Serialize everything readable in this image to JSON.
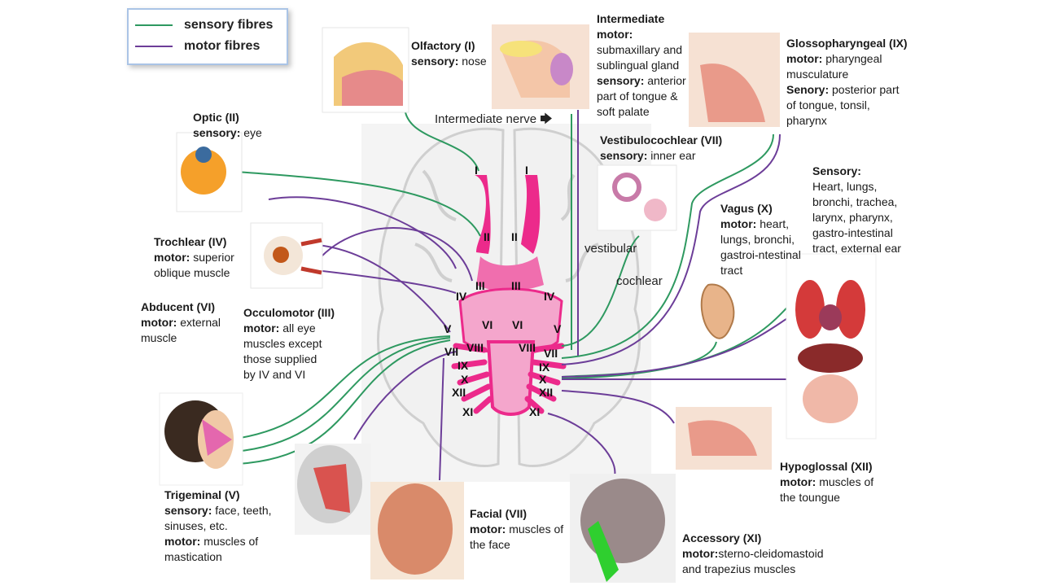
{
  "colors": {
    "sensory": "#2e9960",
    "motor": "#6c3d98",
    "brain_outline": "#c8c8c8",
    "nerve_pink": "#ec2a8b"
  },
  "legend": {
    "sensory": "sensory fibres",
    "motor": "motor fibres"
  },
  "intermediate_nerve": "Intermediate nerve",
  "arrow_glyph": "🡆",
  "vestibular": "vestibular",
  "cochlear": "cochlear",
  "roman": {
    "I": "I",
    "II": "II",
    "III": "III",
    "IV": "IV",
    "V": "V",
    "VI": "VI",
    "VII": "VII",
    "VIII": "VIII",
    "IX": "IX",
    "X": "X",
    "XI": "XI",
    "XII": "XII"
  },
  "nerves": {
    "olfactory": {
      "title": "Olfactory (I)",
      "k1": "sensory:",
      "v1": "nose"
    },
    "optic": {
      "title": "Optic (II)",
      "k1": "sensory:",
      "v1": "eye"
    },
    "trochlear": {
      "title": "Trochlear (IV)",
      "k1": "motor:",
      "v1": "superior",
      "l2": "oblique muscle"
    },
    "abducent": {
      "title": "Abducent (VI)",
      "k1": "motor:",
      "v1": "external",
      "l2": "muscle"
    },
    "occulomotor": {
      "title": "Occulomotor (III)",
      "k1": "motor:",
      "v1": "all eye",
      "l2": "muscles except",
      "l3": "those supplied",
      "l4": "by IV and VI"
    },
    "trigeminal": {
      "title": "Trigeminal (V)",
      "k1": "sensory:",
      "v1": "face, teeth,",
      "l2": "sinuses, etc.",
      "k3": "motor:",
      "v3": " muscles of",
      "l4": "mastication"
    },
    "intermediate": {
      "t1": "Intermediate",
      "t2": "motor:",
      "l1": "submaxillary and",
      "l2": "sublingual gland",
      "k3": "sensory:",
      "v3": "anterior",
      "l4": "part of tongue &",
      "l5": "soft palate"
    },
    "vestibulocochlear": {
      "title": "Vestibulocochlear (VII)",
      "k1": "sensory:",
      "v1": "inner ear"
    },
    "glossopharyngeal": {
      "title": "Glossopharyngeal (IX)",
      "k1": "motor:",
      "v1": "pharyngeal",
      "l2": "musculature",
      "k3": "Senory:",
      "v3": "posterior part",
      "l4": "of tongue, tonsil,",
      "l5": "pharynx"
    },
    "vagus": {
      "title": "Vagus (X)",
      "k1": "motor:",
      "v1": "heart,",
      "l2": "lungs, bronchi,",
      "l3": "gastroi-ntestinal",
      "l4": "tract"
    },
    "vagus_sensory": {
      "title": "Sensory:",
      "l1": "Heart, lungs,",
      "l2": "bronchi, trachea,",
      "l3": "larynx, pharynx,",
      "l4": "gastro-intestinal",
      "l5": "tract, external ear"
    },
    "facial": {
      "title": "Facial (VII)",
      "k1": "motor:",
      "v1": " muscles of",
      "l2": "the face"
    },
    "hypoglossal": {
      "title": "Hypoglossal (XII)",
      "k1": "motor:",
      "v1": " muscles of",
      "l2": "the toungue"
    },
    "accessory": {
      "title": "Accessory (XI)",
      "k1": "motor:",
      "v1": "sterno-cleidomastoid",
      "l2": "and trapezius muscles"
    }
  }
}
